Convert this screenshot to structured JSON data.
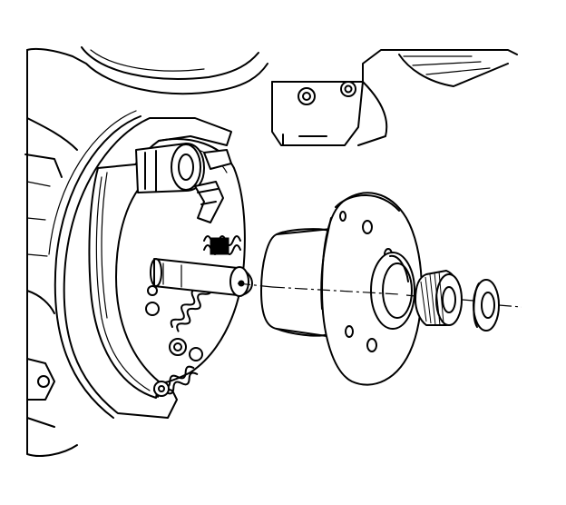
{
  "diagram": {
    "kind": "exploded-view line drawing",
    "components": [
      {
        "id": "vehicle-body",
        "icon": "vehicle-frame-icon"
      },
      {
        "id": "brake-backing-plate",
        "icon": "brake-backing-plate-icon"
      },
      {
        "id": "brake-shoe",
        "icon": "brake-shoe-icon"
      },
      {
        "id": "wheel-cylinder",
        "icon": "wheel-cylinder-icon"
      },
      {
        "id": "return-springs",
        "icon": "spring-icon"
      },
      {
        "id": "axle-spindle",
        "icon": "spindle-icon"
      },
      {
        "id": "wheel-hub",
        "icon": "wheel-hub-icon"
      },
      {
        "id": "wheel-bearing",
        "icon": "roller-bearing-icon"
      },
      {
        "id": "washer",
        "icon": "washer-icon"
      }
    ],
    "colors": {
      "ink": "#000000",
      "background": "#ffffff"
    }
  }
}
